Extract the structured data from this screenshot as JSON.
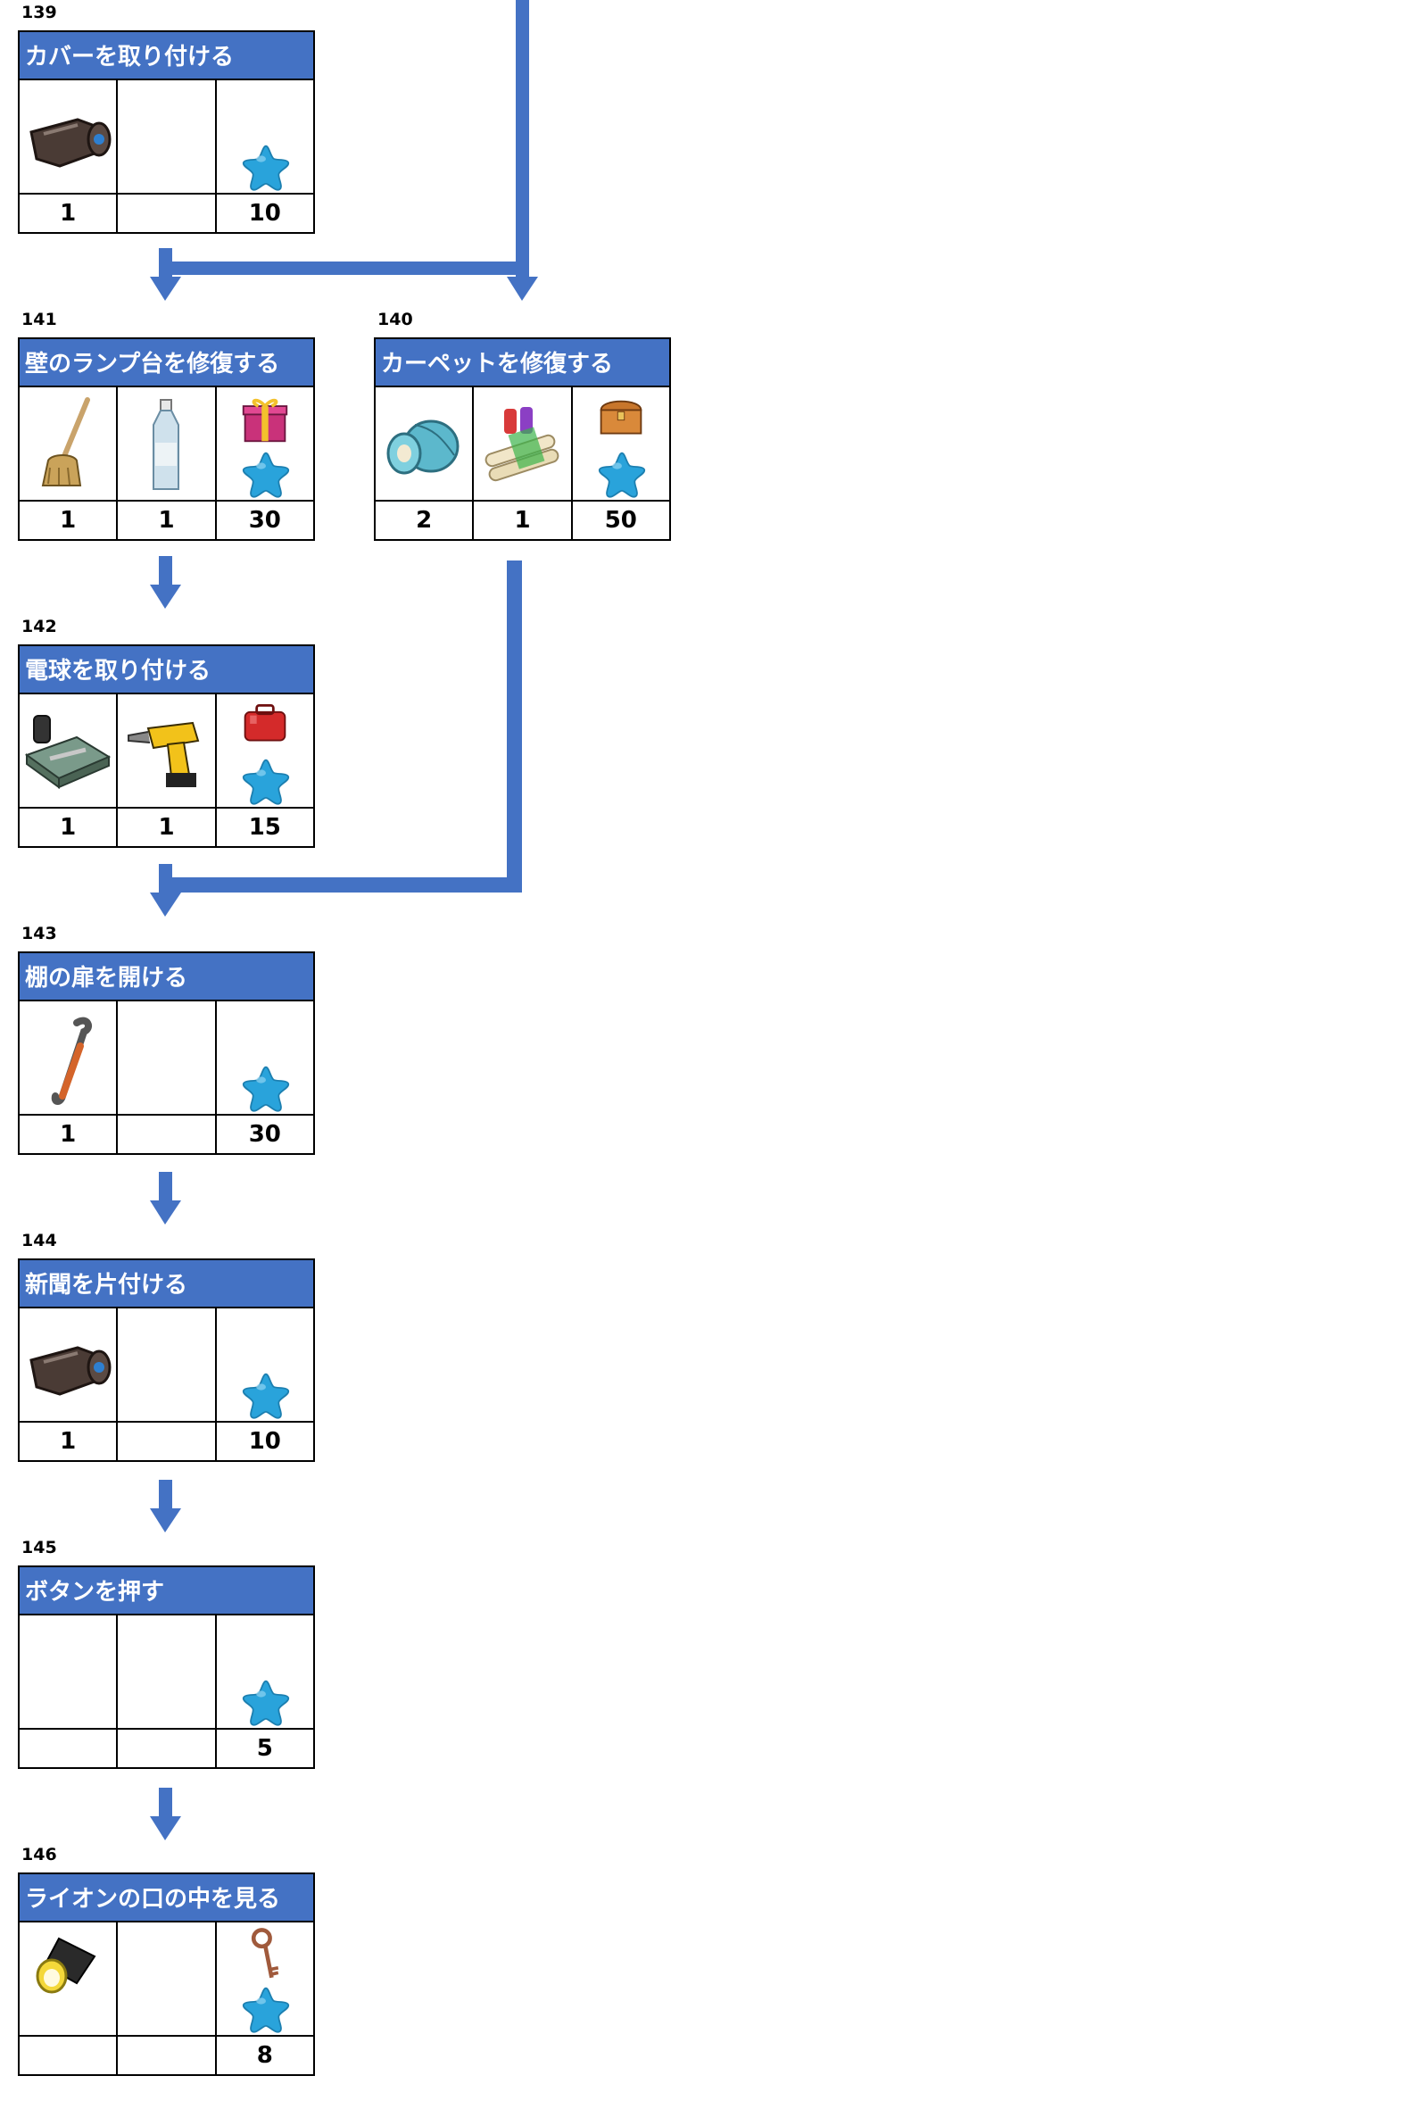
{
  "theme": {
    "header_color": "#4472C4",
    "arrow_color": "#4472C4",
    "star_color": "#29A3DB"
  },
  "tasks": [
    {
      "id": "139",
      "title": "カバーを取り付ける",
      "items": [
        {
          "icon": "camera-icon",
          "qty": "1"
        },
        {
          "icon": "",
          "qty": ""
        },
        {
          "icon": "star-icon",
          "qty": "10"
        }
      ]
    },
    {
      "id": "141",
      "title": "壁のランプ台を修復する",
      "items": [
        {
          "icon": "mop-icon",
          "qty": "1"
        },
        {
          "icon": "bottle-icon",
          "qty": "1"
        },
        {
          "icon": "gift-star-icon",
          "qty": "30"
        }
      ]
    },
    {
      "id": "140",
      "title": "カーペットを修復する",
      "items": [
        {
          "icon": "thread-spool-icon",
          "qty": "2"
        },
        {
          "icon": "fabric-rolls-icon",
          "qty": "1"
        },
        {
          "icon": "chest-star-icon",
          "qty": "50"
        }
      ]
    },
    {
      "id": "142",
      "title": "電球を取り付ける",
      "items": [
        {
          "icon": "toolbox-icon",
          "qty": "1"
        },
        {
          "icon": "drill-icon",
          "qty": "1"
        },
        {
          "icon": "red-case-star-icon",
          "qty": "15"
        }
      ]
    },
    {
      "id": "143",
      "title": "棚の扉を開ける",
      "items": [
        {
          "icon": "crowbar-icon",
          "qty": "1"
        },
        {
          "icon": "",
          "qty": ""
        },
        {
          "icon": "star-icon",
          "qty": "30"
        }
      ]
    },
    {
      "id": "144",
      "title": "新聞を片付ける",
      "items": [
        {
          "icon": "camera-icon",
          "qty": "1"
        },
        {
          "icon": "",
          "qty": ""
        },
        {
          "icon": "star-icon",
          "qty": "10"
        }
      ]
    },
    {
      "id": "145",
      "title": "ボタンを押す",
      "items": [
        {
          "icon": "",
          "qty": ""
        },
        {
          "icon": "",
          "qty": ""
        },
        {
          "icon": "star-icon",
          "qty": "5"
        }
      ]
    },
    {
      "id": "146",
      "title": "ライオンの口の中を見る",
      "items": [
        {
          "icon": "flashlight-icon",
          "qty": ""
        },
        {
          "icon": "",
          "qty": ""
        },
        {
          "icon": "key-star-icon",
          "qty": "8"
        }
      ]
    }
  ]
}
